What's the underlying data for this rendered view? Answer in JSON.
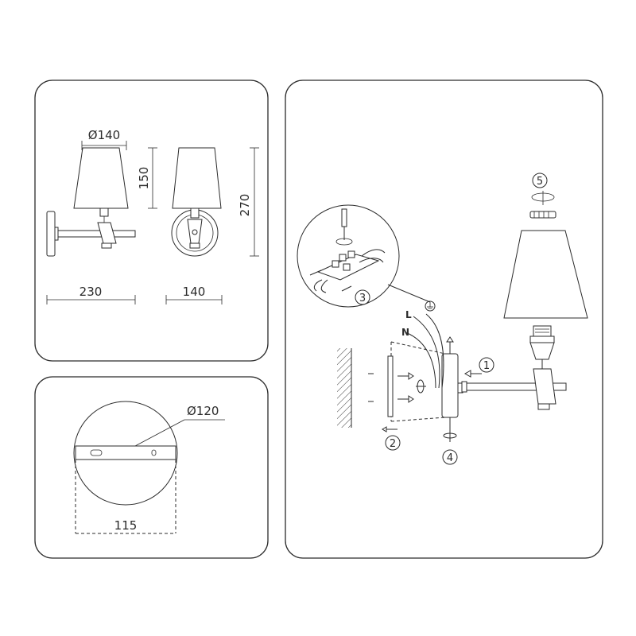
{
  "dimensions": {
    "shade_diameter": "Ø140",
    "shade_height": "150",
    "total_height": "270",
    "projection": "230",
    "front_width": "140",
    "plate_diameter": "Ø120",
    "mount_spacing": "115"
  },
  "wires": {
    "live": "L",
    "neutral": "N"
  },
  "steps": [
    "1",
    "2",
    "3",
    "4",
    "5"
  ]
}
